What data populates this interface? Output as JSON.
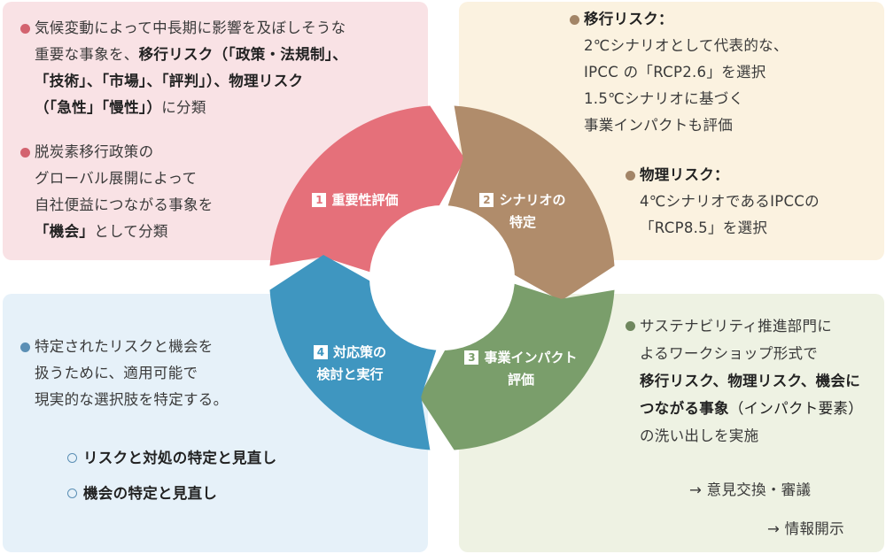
{
  "panels": {
    "top_left": {
      "bullet1": {
        "line1": "気候変動によって中長期に影響を及ぼしそうな",
        "line2_a": "重要な事象を、",
        "line2_b": "移行リスク（「政策・法規制」、",
        "line3": "「技術」、「市場」、「評判」）、物理リスク",
        "line4_a": "（「急性」「慢性」）",
        "line4_b": "に分類"
      },
      "bullet2": {
        "line1": "脱炭素移行政策の",
        "line2": "グローバル展開によって",
        "line3": "自社便益につながる事象を",
        "line4_a": "「機会」",
        "line4_b": "として分類"
      }
    },
    "top_right": {
      "transition": {
        "heading": "移行リスク：",
        "line1": "2℃シナリオとして代表的な、",
        "line2": "IPCC の「RCP2.6」を選択",
        "line3": "1.5℃シナリオに基づく",
        "line4": "事業インパクトも評価"
      },
      "physical": {
        "heading": "物理リスク：",
        "line1": "4℃シナリオであるIPCCの",
        "line2": "「RCP8.5」を選択"
      }
    },
    "bottom_left": {
      "bullet": {
        "line1": "特定されたリスクと機会を",
        "line2": "扱うために、適用可能で",
        "line3": "現実的な選択肢を特定する。"
      },
      "sub1": "リスクと対処の特定と見直し",
      "sub2": "機会の特定と見直し"
    },
    "bottom_right": {
      "line1": "サステナビリティ推進部門に",
      "line2": "よるワークショップ形式で",
      "line3": "移行リスク、物理リスク、機会に",
      "line4_a": "つながる事象",
      "line4_b": "（インパクト要素）",
      "line5": "の洗い出しを実施",
      "arrow1": "→ 意見交換・審議",
      "arrow2": "→ 情報開示"
    }
  },
  "cycle": {
    "steps": [
      {
        "number": "1",
        "label_line1": "重要性評価",
        "label_line2": "",
        "color": "#e5707a"
      },
      {
        "number": "2",
        "label_line1": "シナリオの",
        "label_line2": "特定",
        "color": "#b08c6b"
      },
      {
        "number": "3",
        "label_line1": "事業インパクト",
        "label_line2": "評価",
        "color": "#7a9e6b"
      },
      {
        "number": "4",
        "label_line1": "対応策の",
        "label_line2": "検討と実行",
        "color": "#3f96c0"
      }
    ]
  },
  "colors": {
    "panel_tl": "#f9e2e5",
    "panel_tr": "#fbf2e0",
    "panel_bl": "#e6f1f9",
    "panel_br": "#eef2e3",
    "bullet_tl": "#d3636f",
    "bullet_tr": "#a38567",
    "bullet_bl": "#5b8fb5",
    "bullet_br": "#6f875e"
  }
}
